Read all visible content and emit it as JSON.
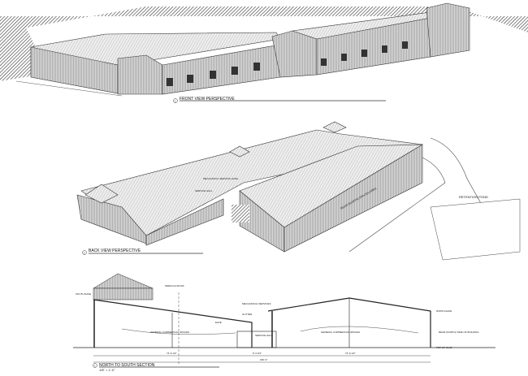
{
  "drawings": {
    "front": {
      "title": "FRONT VIEW PERSPECTIVE",
      "number": "1"
    },
    "back": {
      "title": "BACK VIEW PERSPECTIVE",
      "number": "1",
      "labels": {
        "mechanical": "MECHANICAL SERVICE LEVEL",
        "service": "SERVICE HALL",
        "rear_area": "REAR (NORTH) SPACES AREA",
        "pond": "RETENTION POND"
      }
    },
    "section": {
      "title": "NORTH TO SOUTH SECTION",
      "scale": "1/8\" = 1'-0\"",
      "number": "1",
      "labels": {
        "south_eave": "SOUTH EAVE",
        "eave": "EAVE",
        "north_eave": "NORTH EAVE",
        "top_of_slab": "TOP OF SLAB",
        "pergola": "PERGOLA ROOF",
        "spaces_left": "GENERAL COMMERCIAL SPACES",
        "spaces_right": "GENERAL COMMERCIAL SPACES",
        "mech": "MECHANICAL SERVICES",
        "gutter": "GUTTER",
        "service_hall": "SERVICE HALL",
        "rear_side": "REAR (NORTH) SIDE OF BUILDING"
      },
      "dims": {
        "left": "74'-6 1/2\"",
        "mid": "9'-3 3/4\"",
        "right": "74'-6 1/2\"",
        "total": "180'-0\""
      }
    }
  }
}
